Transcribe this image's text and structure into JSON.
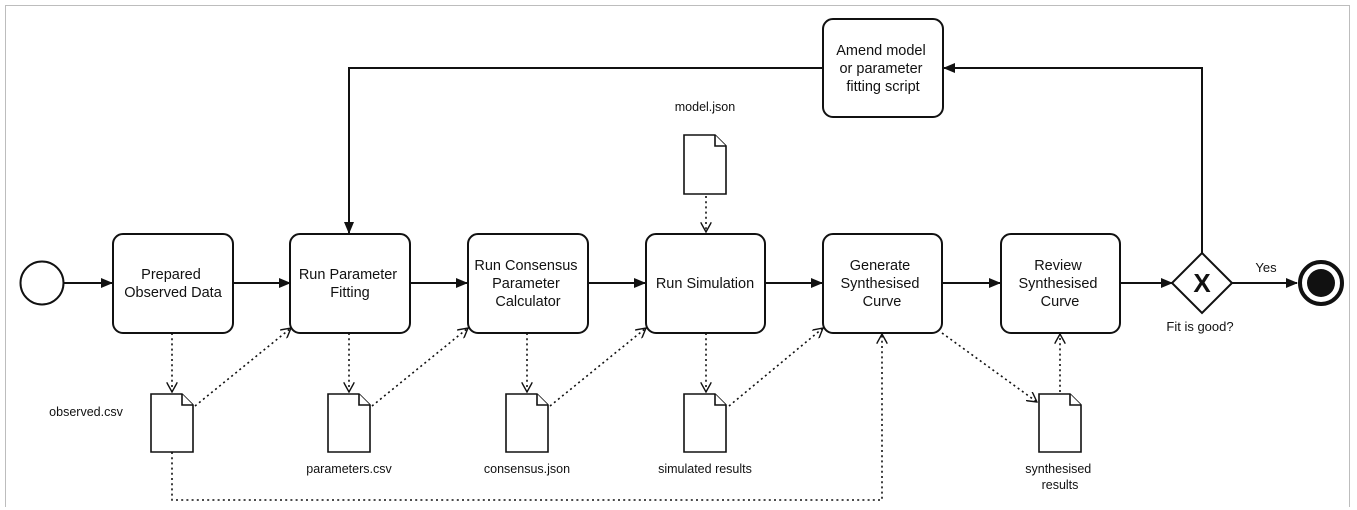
{
  "tasks": {
    "prepared": [
      "Prepared",
      "Observed Data"
    ],
    "fitting": [
      "Run Parameter",
      "Fitting"
    ],
    "consensus": [
      "Run Consensus",
      "Parameter",
      "Calculator"
    ],
    "simulation": [
      "Run Simulation"
    ],
    "generate": [
      "Generate",
      "Synthesised",
      "Curve"
    ],
    "review": [
      "Review",
      "Synthesised",
      "Curve"
    ],
    "amend": [
      "Amend model",
      "or parameter",
      "fitting script"
    ]
  },
  "documents": {
    "observed": [
      "observed.csv"
    ],
    "parameters": [
      "parameters.csv"
    ],
    "consensus": [
      "consensus.json"
    ],
    "simulated": [
      "simulated results"
    ],
    "model": [
      "model.json"
    ],
    "synthesised": [
      "synthesised",
      "results"
    ]
  },
  "gateway": {
    "symbol": "X",
    "question": "Fit is good?",
    "yes_label": "Yes"
  },
  "colors": {
    "stroke": "#111111",
    "background": "#ffffff",
    "end_fill": "#111111"
  }
}
